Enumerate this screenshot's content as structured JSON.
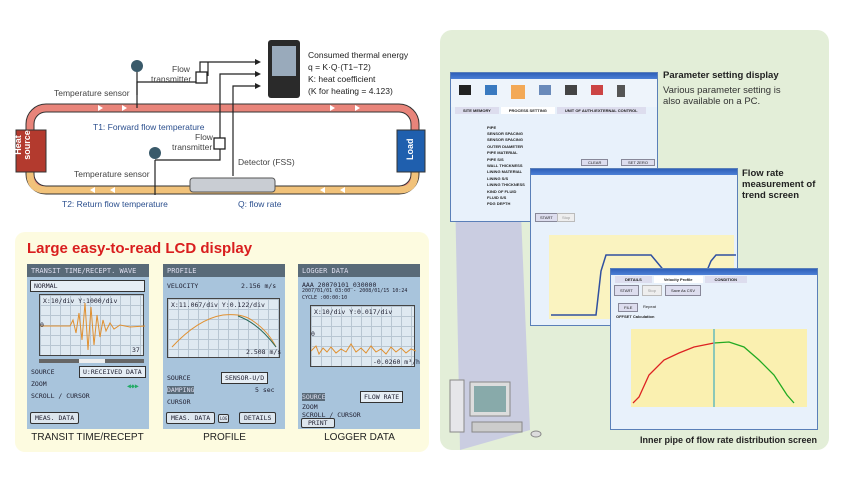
{
  "diagram": {
    "consumed_title": "Consumed thermal energy",
    "formula": "q = K·Q·(T1−T2)",
    "k_def": "K: heat coefficient",
    "k_heating": "(K for heating = 4.123)",
    "flow_transmitter_1": [
      "Flow",
      "transmitter"
    ],
    "flow_transmitter_2": [
      "Flow",
      "transmitter"
    ],
    "temp_sensor_1": "Temperature sensor",
    "temp_sensor_2": "Temperature sensor",
    "t1": "T1: Forward flow temperature",
    "t2": "T2: Return flow temperature",
    "detector": "Detector (FSS)",
    "q": "Q: flow rate",
    "heat_source": "Heat source",
    "load": "Load"
  },
  "lcd_section": {
    "title": "Large easy-to-read LCD display",
    "screens": [
      {
        "header": "TRANSIT TIME/RECEPT. WAVE",
        "mode": "NORMAL",
        "plot_label": "X:10/div Y:1000/div",
        "zero": "0",
        "corner": "37",
        "rows": [
          "SOURCE",
          "ZOOM",
          "SCROLL / CURSOR"
        ],
        "source_value": "U:RECEIVED DATA",
        "button": "MEAS. DATA",
        "caption": "TRANSIT TIME/RECEPT"
      },
      {
        "header": "PROFILE",
        "velocity_label": "VELOCITY",
        "velocity_value": "2.156 m/s",
        "plot_label": "X:11.067/div Y:0.122/div",
        "corner": "2.508 m/s",
        "rows": [
          "SOURCE",
          "DAMPING",
          "CURSOR"
        ],
        "source_value": "SENSOR-U/D",
        "damping_value": "5 sec",
        "button": "MEAS. DATA",
        "small_button": "LOG",
        "button2": "DETAILS",
        "caption": "PROFILE"
      },
      {
        "header": "LOGGER DATA",
        "file": "AAA_20070101_030000",
        "range": "2007/01/01 03:00 - 2008/01/15 10:24",
        "cycle": "CYCLE :00:00:10",
        "plot_label": "X:10/div Y:0.017/div",
        "zero": "0",
        "corner": "-0.0260 m³/h",
        "rows": [
          "SOURCE",
          "ZOOM",
          "SCROLL / CURSOR"
        ],
        "source_value": "FLOW RATE",
        "button": "PRINT",
        "caption": "LOGGER DATA"
      }
    ]
  },
  "pc_section": {
    "param_title": "Parameter setting display",
    "param_desc": [
      "Various parameter setting is",
      "also available on a PC."
    ],
    "trend_title": [
      "Flow rate",
      "measurement of",
      "trend screen"
    ],
    "profile_title": "Inner pipe of flow rate distribution screen",
    "param_window": {
      "tabs": [
        "SITE MEMORY",
        "PROCESS SETTING",
        "UNIT OF AUTH./EXTERNAL CONTROL"
      ],
      "group": "PIPE",
      "fields": [
        "SENSOR SPACING",
        "SENSOR SPACING",
        "OUTER DIAMETER",
        "PIPE MATERIAL",
        "PIPE S/S",
        "WALL THICKNESS",
        "LINING MATERIAL",
        "LINING S/S",
        "LINING THICKNESS",
        "KIND OF FLUID",
        "FLUID S/S",
        "PDG DEPTH"
      ],
      "buttons": [
        "CLEAR",
        "SET ZERO"
      ]
    },
    "trend_window": {
      "buttons": [
        "START",
        "Stop"
      ]
    },
    "profile_window": {
      "tabs": [
        "DETAILS",
        "Velocity Profile",
        "CONDITION"
      ],
      "buttons": [
        "START",
        "Stop",
        "Save As CSV"
      ],
      "offset": "OFFSET Calculation",
      "file": "FILE",
      "repeat": "Repeat"
    }
  },
  "colors": {
    "hot_pipe": "#e8847a",
    "cold_pipe": "#f1c27a",
    "heat_source": "#b33a2e",
    "load": "#1f5fae",
    "title_red": "#d91e1e"
  }
}
